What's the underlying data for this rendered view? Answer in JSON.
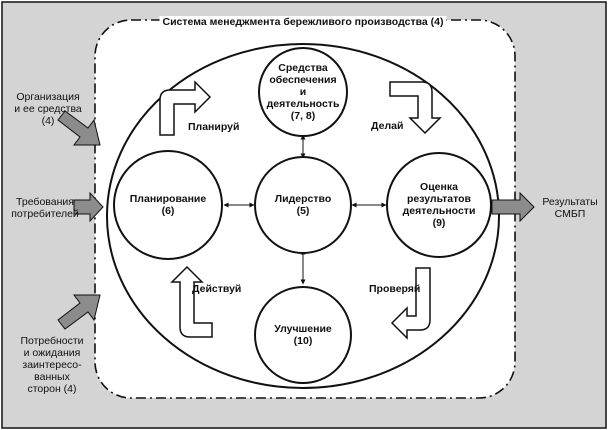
{
  "system": {
    "title": "Система менеджмента бережливого производства (4)"
  },
  "inputs": {
    "organization": [
      "Организация",
      "и ее средства",
      "(4)"
    ],
    "requirements": [
      "Требования",
      "потребителей"
    ],
    "stakeholders": [
      "Потребности",
      "и ожидания",
      "заинтересо-",
      "ванных",
      "сторон (4)"
    ]
  },
  "output": [
    "Результаты",
    "СМБП"
  ],
  "nodes": {
    "support": [
      "Средства",
      "обеспечения",
      "и",
      "деятельность",
      "(7, 8)"
    ],
    "planning": [
      "Планирование",
      "(6)"
    ],
    "leadership": [
      "Лидерство",
      "(5)"
    ],
    "evaluation": [
      "Оценка",
      "результатов",
      "деятельности",
      "(9)"
    ],
    "improvement": [
      "Улучшение",
      "(10)"
    ]
  },
  "cycle": {
    "plan": "Планируй",
    "do": "Делай",
    "check": "Проверяй",
    "act": "Действуй"
  },
  "colors": {
    "background": "#d4d4d4",
    "panel": "#ffffff",
    "line": "#111111",
    "gray_arrow": "#8c8c8c"
  }
}
